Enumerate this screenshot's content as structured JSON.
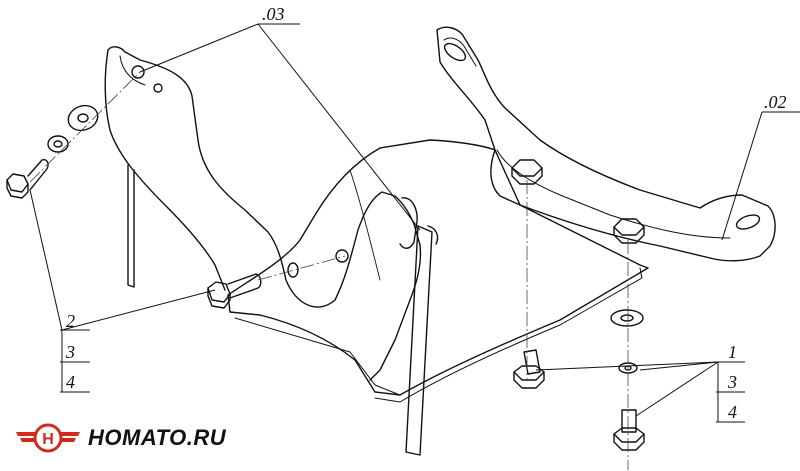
{
  "diagram": {
    "callouts": {
      "part_03": ".03",
      "part_02": ".02",
      "left_stack": [
        "2",
        "3",
        "4"
      ],
      "right_stack": [
        "1",
        "3",
        "4"
      ]
    }
  },
  "logo": {
    "text": "HOMATO.RU",
    "brand_color": "#d42a1c"
  }
}
